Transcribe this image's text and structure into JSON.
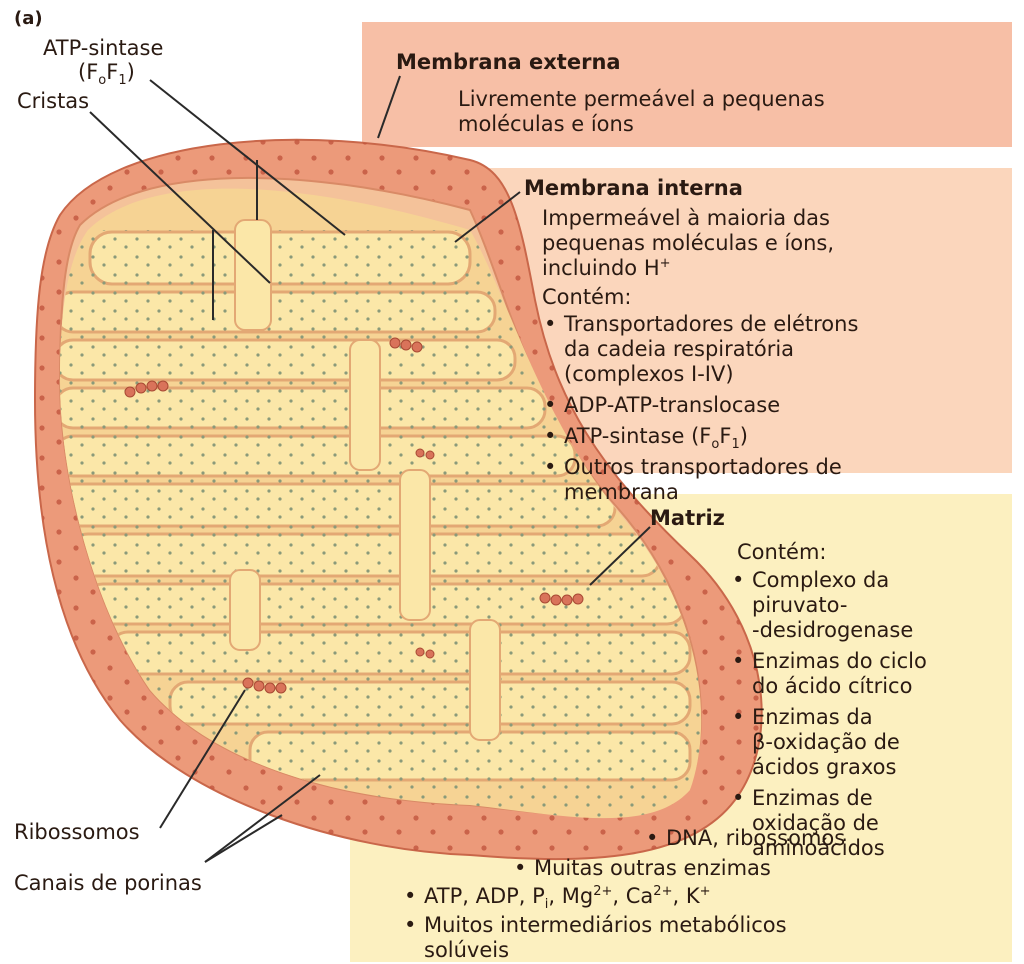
{
  "panel_label": "(a)",
  "labels": {
    "atp_synthase": "ATP-sintase",
    "atp_synthase_formula": {
      "pre": "(F",
      "sub1": "o",
      "mid": "F",
      "sub2": "1",
      "post": ")"
    },
    "cristae": "Cristas",
    "ribosomes": "Ribossomos",
    "porin_channels": "Canais de porinas"
  },
  "outer_membrane": {
    "title": "Membrana externa",
    "description_lines": [
      "Livremente permeável a pequenas",
      "moléculas e íons"
    ]
  },
  "inner_membrane": {
    "title": "Membrana interna",
    "description_lines": [
      "Impermeável à maioria das",
      "pequenas moléculas e íons,",
      "incluindo H"
    ],
    "description_sup": "+",
    "contains_label": "Contém:",
    "items": [
      {
        "lines": [
          "Transportadores de elétrons",
          "da cadeia respiratória",
          "(complexos I-IV)"
        ]
      },
      {
        "lines": [
          "ADP-ATP-translocase"
        ]
      },
      {
        "lines": [
          "ATP-sintase"
        ]
      },
      {
        "lines": [
          "Outros transportadores de",
          "membrana"
        ]
      }
    ]
  },
  "matrix": {
    "title": "Matriz",
    "contains_label": "Contém:",
    "items": [
      {
        "lines": [
          "Complexo da",
          "piruvato-",
          "-desidrogenase"
        ]
      },
      {
        "lines": [
          "Enzimas do ciclo",
          "do ácido cítrico"
        ]
      },
      {
        "lines": [
          "Enzimas da",
          "β-oxidação de",
          "ácidos graxos"
        ]
      },
      {
        "lines": [
          "Enzimas de",
          "oxidação de",
          "aminoácidos"
        ]
      },
      {
        "lines": [
          "DNA, ribossomos"
        ]
      },
      {
        "lines": [
          "Muitas outras enzimas"
        ]
      }
    ],
    "ions": {
      "p1": "ATP, ADP, P",
      "p1_sub": "i",
      "p2": ", Mg",
      "p2_sup": "2+",
      "p3": ", Ca",
      "p3_sup": "2+",
      "p4": ", K",
      "p4_sup": "+"
    },
    "last_item_lines": [
      "Muitos intermediários metabólicos",
      "solúveis"
    ]
  },
  "colors": {
    "outer_box": "#f7bfa6",
    "inner_box": "#fbd6bc",
    "matrix_box": "#fcf0c0",
    "outer_membrane": "#ec9a7a",
    "cristae_fill": "#fbe7a8"
  }
}
